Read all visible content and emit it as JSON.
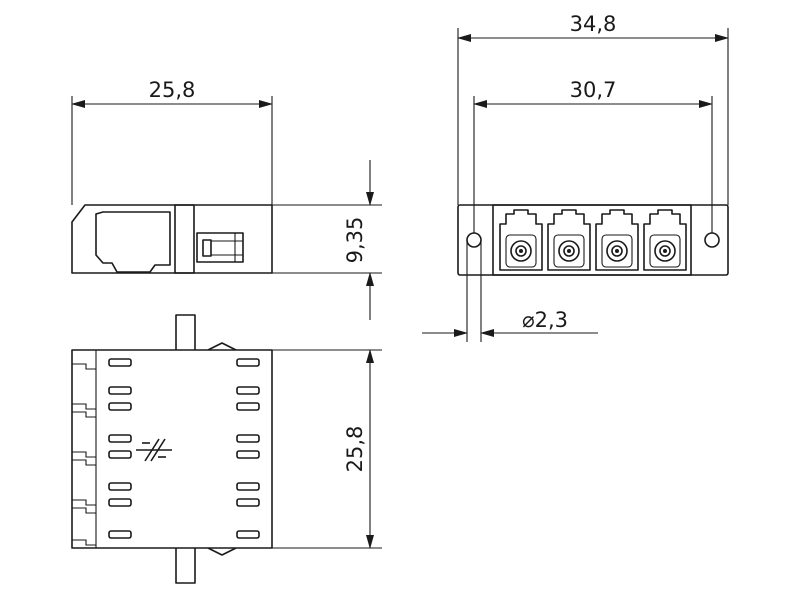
{
  "drawing": {
    "side_view": {
      "width_dim": "25,8",
      "height_dim": "9,35"
    },
    "front_view": {
      "overall_dim": "34,8",
      "hole_spacing_dim": "30,7",
      "hole_diameter_dim": "⌀2,3"
    },
    "top_view": {
      "height_dim": "25,8"
    },
    "colors": {
      "line": "#1a1a1a",
      "background": "#ffffff"
    }
  }
}
